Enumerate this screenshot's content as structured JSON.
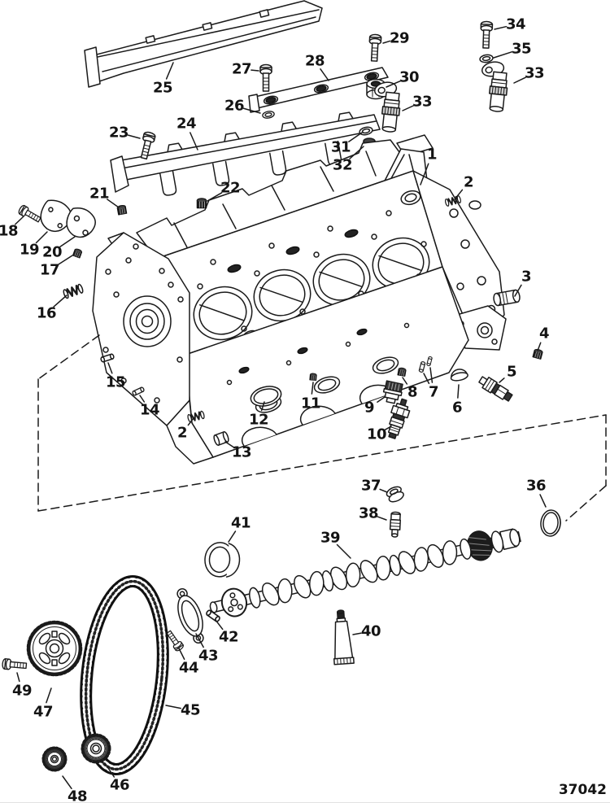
{
  "diagram": {
    "number": "37042",
    "background": "#ffffff",
    "line_color": "#1a1a1a"
  },
  "callouts": [
    {
      "n": "1",
      "label": [
        531,
        190
      ],
      "targets": [
        [
          517,
          227
        ]
      ]
    },
    {
      "n": "2",
      "label": [
        576,
        224
      ],
      "targets": [
        [
          559,
          245
        ]
      ]
    },
    {
      "n": "3",
      "label": [
        647,
        340
      ],
      "targets": [
        [
          633,
          364
        ]
      ]
    },
    {
      "n": "4",
      "label": [
        669,
        410
      ],
      "targets": [
        [
          661,
          431
        ]
      ]
    },
    {
      "n": "5",
      "label": [
        629,
        457
      ],
      "targets": [
        [
          614,
          470
        ]
      ]
    },
    {
      "n": "6",
      "label": [
        562,
        501
      ],
      "targets": [
        [
          564,
          473
        ]
      ]
    },
    {
      "n": "7",
      "label": [
        533,
        482
      ],
      "targets": [
        [
          521,
          459
        ],
        [
          529,
          452
        ]
      ]
    },
    {
      "n": "8",
      "label": [
        507,
        482
      ],
      "targets": [
        [
          495,
          464
        ]
      ]
    },
    {
      "n": "9",
      "label": [
        454,
        501
      ],
      "targets": [
        [
          473,
          488
        ]
      ]
    },
    {
      "n": "10",
      "label": [
        463,
        534
      ],
      "targets": [
        [
          481,
          524
        ]
      ]
    },
    {
      "n": "11",
      "label": [
        382,
        496
      ],
      "targets": [
        [
          385,
          470
        ]
      ]
    },
    {
      "n": "12",
      "label": [
        318,
        516
      ],
      "targets": [
        [
          325,
          494
        ]
      ]
    },
    {
      "n": "13",
      "label": [
        297,
        556
      ],
      "targets": [
        [
          277,
          543
        ]
      ]
    },
    {
      "n": "14",
      "label": [
        184,
        504
      ],
      "targets": [
        [
          172,
          486
        ]
      ]
    },
    {
      "n": "15",
      "label": [
        142,
        470
      ],
      "targets": [
        [
          133,
          446
        ]
      ]
    },
    {
      "n": "16",
      "label": [
        57,
        385
      ],
      "targets": [
        [
          82,
          363
        ]
      ]
    },
    {
      "n": "17",
      "label": [
        61,
        332
      ],
      "targets": [
        [
          89,
          314
        ]
      ]
    },
    {
      "n": "18",
      "label": [
        10,
        284
      ],
      "targets": [
        [
          29,
          266
        ]
      ]
    },
    {
      "n": "19",
      "label": [
        36,
        307
      ],
      "targets": [
        [
          58,
          285
        ]
      ]
    },
    {
      "n": "20",
      "label": [
        64,
        310
      ],
      "targets": [
        [
          92,
          291
        ]
      ]
    },
    {
      "n": "21",
      "label": [
        122,
        238
      ],
      "targets": [
        [
          146,
          255
        ]
      ]
    },
    {
      "n": "22",
      "label": [
        283,
        231
      ],
      "targets": [
        [
          255,
          247
        ]
      ]
    },
    {
      "n": "23",
      "label": [
        146,
        163
      ],
      "targets": [
        [
          172,
          170
        ]
      ]
    },
    {
      "n": "24",
      "label": [
        229,
        152
      ],
      "targets": [
        [
          243,
          184
        ]
      ]
    },
    {
      "n": "25",
      "label": [
        200,
        108
      ],
      "targets": [
        [
          213,
          77
        ]
      ]
    },
    {
      "n": "26",
      "label": [
        288,
        130
      ],
      "targets": [
        [
          320,
          139
        ]
      ]
    },
    {
      "n": "27",
      "label": [
        297,
        85
      ],
      "targets": [
        [
          318,
          87
        ]
      ]
    },
    {
      "n": "28",
      "label": [
        387,
        75
      ],
      "targets": [
        [
          404,
          99
        ]
      ]
    },
    {
      "n": "29",
      "label": [
        491,
        47
      ],
      "targets": [
        [
          471,
          53
        ]
      ]
    },
    {
      "n": "30",
      "label": [
        503,
        95
      ],
      "targets": [
        [
          475,
          107
        ]
      ]
    },
    {
      "n": "31",
      "label": [
        419,
        181
      ],
      "targets": [
        [
          445,
          163
        ]
      ]
    },
    {
      "n": "32",
      "label": [
        421,
        203
      ],
      "targets": [
        [
          447,
          180
        ]
      ]
    },
    {
      "n": "33",
      "label": [
        519,
        125
      ],
      "targets": [
        [
          495,
          136
        ]
      ]
    },
    {
      "n": "33",
      "label": [
        657,
        90
      ],
      "targets": [
        [
          632,
          102
        ]
      ]
    },
    {
      "n": "34",
      "label": [
        634,
        30
      ],
      "targets": [
        [
          608,
          36
        ]
      ]
    },
    {
      "n": "35",
      "label": [
        641,
        60
      ],
      "targets": [
        [
          607,
          71
        ]
      ]
    },
    {
      "n": "36",
      "label": [
        659,
        597
      ],
      "targets": [
        [
          671,
          623
        ]
      ]
    },
    {
      "n": "37",
      "label": [
        456,
        597
      ],
      "targets": [
        [
          476,
          605
        ]
      ]
    },
    {
      "n": "38",
      "label": [
        453,
        631
      ],
      "targets": [
        [
          475,
          639
        ]
      ]
    },
    {
      "n": "39",
      "label": [
        406,
        661
      ],
      "targets": [
        [
          431,
          686
        ]
      ]
    },
    {
      "n": "40",
      "label": [
        456,
        776
      ],
      "targets": [
        [
          434,
          780
        ]
      ]
    },
    {
      "n": "41",
      "label": [
        296,
        643
      ],
      "targets": [
        [
          281,
          666
        ]
      ]
    },
    {
      "n": "42",
      "label": [
        281,
        783
      ],
      "targets": [
        [
          265,
          762
        ]
      ]
    },
    {
      "n": "43",
      "label": [
        256,
        806
      ],
      "targets": [
        [
          241,
          779
        ]
      ]
    },
    {
      "n": "44",
      "label": [
        232,
        821
      ],
      "targets": [
        [
          220,
          797
        ]
      ]
    },
    {
      "n": "45",
      "label": [
        234,
        873
      ],
      "targets": [
        [
          204,
          867
        ]
      ]
    },
    {
      "n": "46",
      "label": [
        147,
        965
      ],
      "targets": [
        [
          129,
          938
        ]
      ]
    },
    {
      "n": "47",
      "label": [
        53,
        875
      ],
      "targets": [
        [
          63,
          846
        ]
      ]
    },
    {
      "n": "48",
      "label": [
        95,
        979
      ],
      "targets": [
        [
          77,
          954
        ]
      ]
    },
    {
      "n": "49",
      "label": [
        27,
        849
      ],
      "targets": [
        [
          21,
          827
        ]
      ]
    },
    {
      "n": "2",
      "label": [
        224,
        532
      ],
      "targets": [
        [
          238,
          514
        ]
      ]
    }
  ],
  "detail_boundary": [
    [
      [
        122,
        412
      ],
      [
        47,
        466
      ]
    ],
    [
      [
        47,
        466
      ],
      [
        47,
        628
      ]
    ],
    [
      [
        47,
        628
      ],
      [
        745,
        510
      ]
    ],
    [
      [
        745,
        510
      ],
      [
        745,
        597
      ]
    ],
    [
      [
        745,
        597
      ],
      [
        696,
        640
      ]
    ]
  ]
}
